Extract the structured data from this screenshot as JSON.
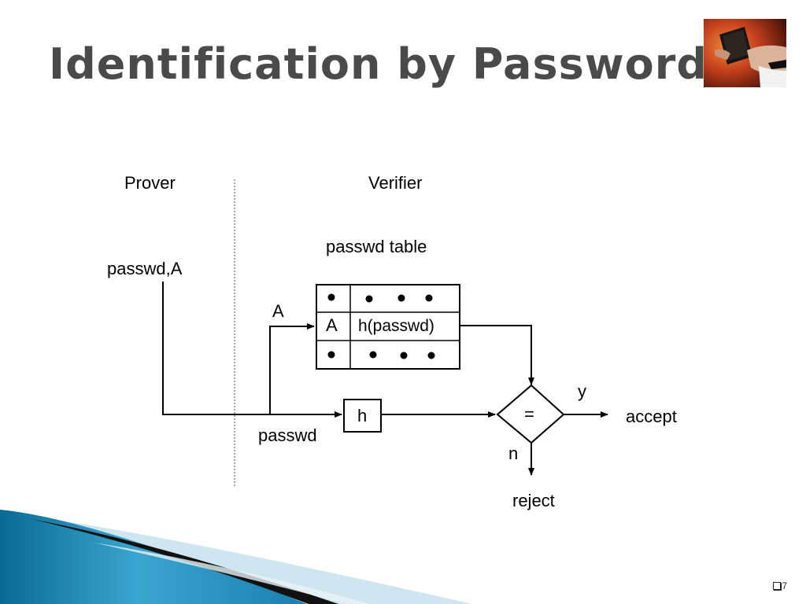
{
  "slide": {
    "title": "Identification by Password",
    "page_number": "7"
  },
  "diagram": {
    "prover_label": "Prover",
    "verifier_label": "Verifier",
    "table_title": "passwd table",
    "prover_input": "passwd,A",
    "edge_a_label": "A",
    "edge_passwd_label": "passwd",
    "table_row_key": "A",
    "table_row_value": "h(passwd)",
    "hash_box_label": "h",
    "compare_label": "=",
    "yes_label": "y",
    "no_label": "n",
    "accept_label": "accept",
    "reject_label": "reject"
  },
  "colors": {
    "title": "#4a4a4a",
    "wave_dark": "#0b6e99",
    "wave_light": "#b9dced",
    "line": "#000000"
  },
  "icons": {
    "photo": "hands-holding-card-photo",
    "page_marker": "square-bullet-icon"
  }
}
